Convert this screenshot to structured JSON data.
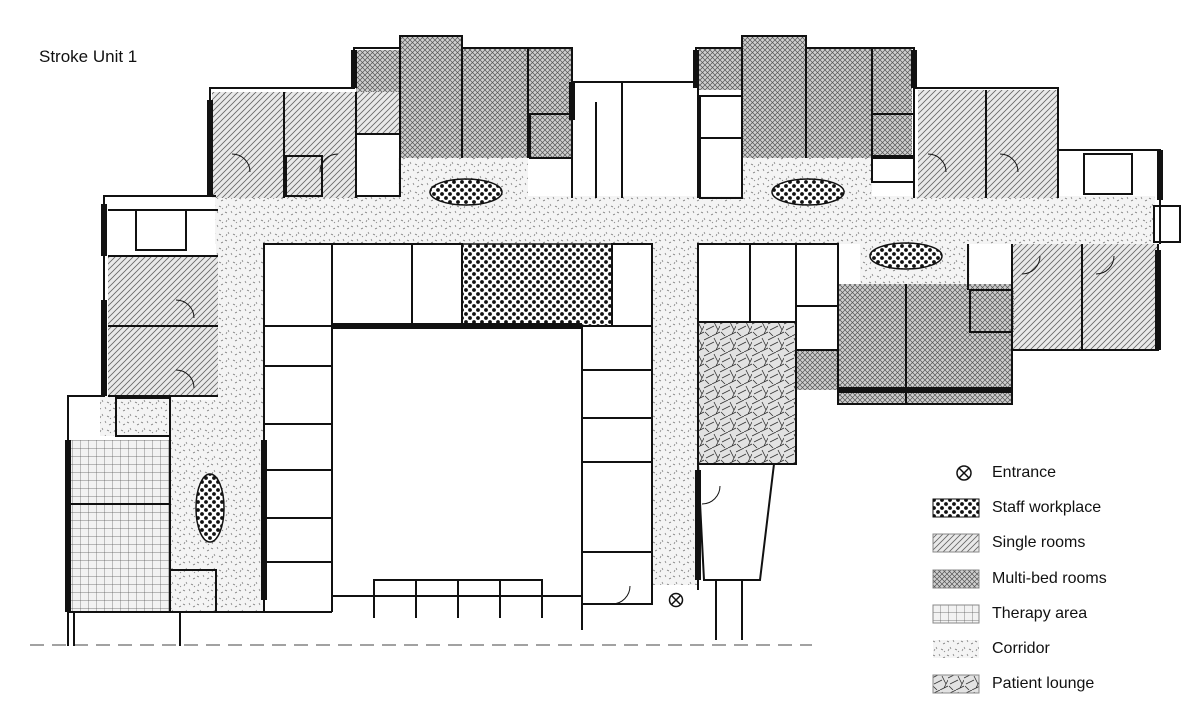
{
  "title": "Stroke Unit 1",
  "legend": [
    {
      "key": "entrance",
      "label": "Entrance",
      "icon": "entrance-icon"
    },
    {
      "key": "staff",
      "label": "Staff workplace",
      "pattern": "dots-heavy"
    },
    {
      "key": "single",
      "label": "Single rooms",
      "pattern": "hatch-diagonal"
    },
    {
      "key": "multi",
      "label": "Multi-bed rooms",
      "pattern": "crosshatch"
    },
    {
      "key": "therapy",
      "label": "Therapy area",
      "pattern": "grid"
    },
    {
      "key": "corridor",
      "label": "Corridor",
      "pattern": "speckle"
    },
    {
      "key": "lounge",
      "label": "Patient lounge",
      "pattern": "hatch-mixed"
    }
  ],
  "colors": {
    "wall": "#111111",
    "fill": "#ffffff",
    "pattern_ink": "#3a3a3a"
  }
}
